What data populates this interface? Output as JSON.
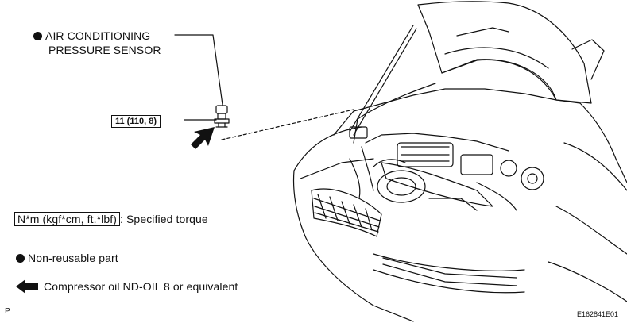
{
  "sensor_label": {
    "line1": "AIR CONDITIONING",
    "line2": "PRESSURE SENSOR"
  },
  "torque_value": "11 (110, 8)",
  "legend": {
    "torque_box": "N*m (kgf*cm, ft.*lbf)",
    "torque_text": ": Specified torque",
    "nonreusable": "Non-reusable part",
    "compressor_oil": "Compressor oil ND-OIL 8 or equivalent"
  },
  "corner_letter": "P",
  "figure_id": "E162841E01"
}
